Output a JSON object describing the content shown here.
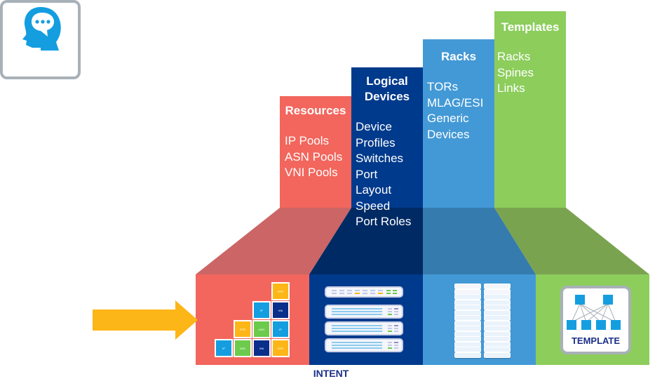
{
  "colors": {
    "resources": "#f2665d",
    "logical_devices": "#003a8c",
    "racks": "#4399d6",
    "templates": "#8ccd5c",
    "resources_shade": "#cc6566",
    "logical_devices_shade": "#002a63",
    "racks_shade": "#357bad",
    "templates_shade": "#7aa350",
    "arrow": "#fdb617",
    "icon_blue": "#149ee0",
    "label_navy": "#1b2f87"
  },
  "intent": {
    "icon": "head-speech-bubble-icon",
    "label": "INTENT"
  },
  "arrow": {
    "icon": "arrow-right-icon"
  },
  "columns": [
    {
      "id": "resources",
      "title_lines": [
        "Resources"
      ],
      "items": [
        "IP Pools",
        "ASN Pools",
        "VNI Pools"
      ],
      "icon": "resource-pool-grid-icon"
    },
    {
      "id": "logical-devices",
      "title_lines": [
        "Logical",
        "Devices"
      ],
      "items": [
        "Device",
        "Profiles",
        "Switches",
        "Port",
        "Layout",
        "Speed",
        "Port Roles"
      ],
      "icon": "switch-stack-icon"
    },
    {
      "id": "racks",
      "title_lines": [
        "Racks"
      ],
      "items": [
        "TORs",
        "MLAG/ESI",
        "Generic",
        "Devices"
      ],
      "icon": "server-racks-icon"
    },
    {
      "id": "templates",
      "title_lines": [
        "Templates"
      ],
      "items": [
        "Racks",
        "Spines",
        "Links"
      ],
      "icon": "topology-template-icon"
    }
  ],
  "resource_tiles": [
    {
      "label": "RTR",
      "color": "#fdb617"
    },
    {
      "label": "IP",
      "color": "#149ee0"
    },
    {
      "label": "VNI",
      "color": "#0a2f8a"
    },
    {
      "label": "RTR",
      "color": "#fdb617"
    },
    {
      "label": "ASN",
      "color": "#6ccb4c"
    },
    {
      "label": "IP",
      "color": "#149ee0"
    },
    {
      "label": "IP",
      "color": "#149ee0"
    },
    {
      "label": "ASN",
      "color": "#6ccb4c"
    },
    {
      "label": "VNI",
      "color": "#0a2f8a"
    },
    {
      "label": "RTR",
      "color": "#fdb617"
    }
  ],
  "template": {
    "label": "TEMPLATE"
  }
}
